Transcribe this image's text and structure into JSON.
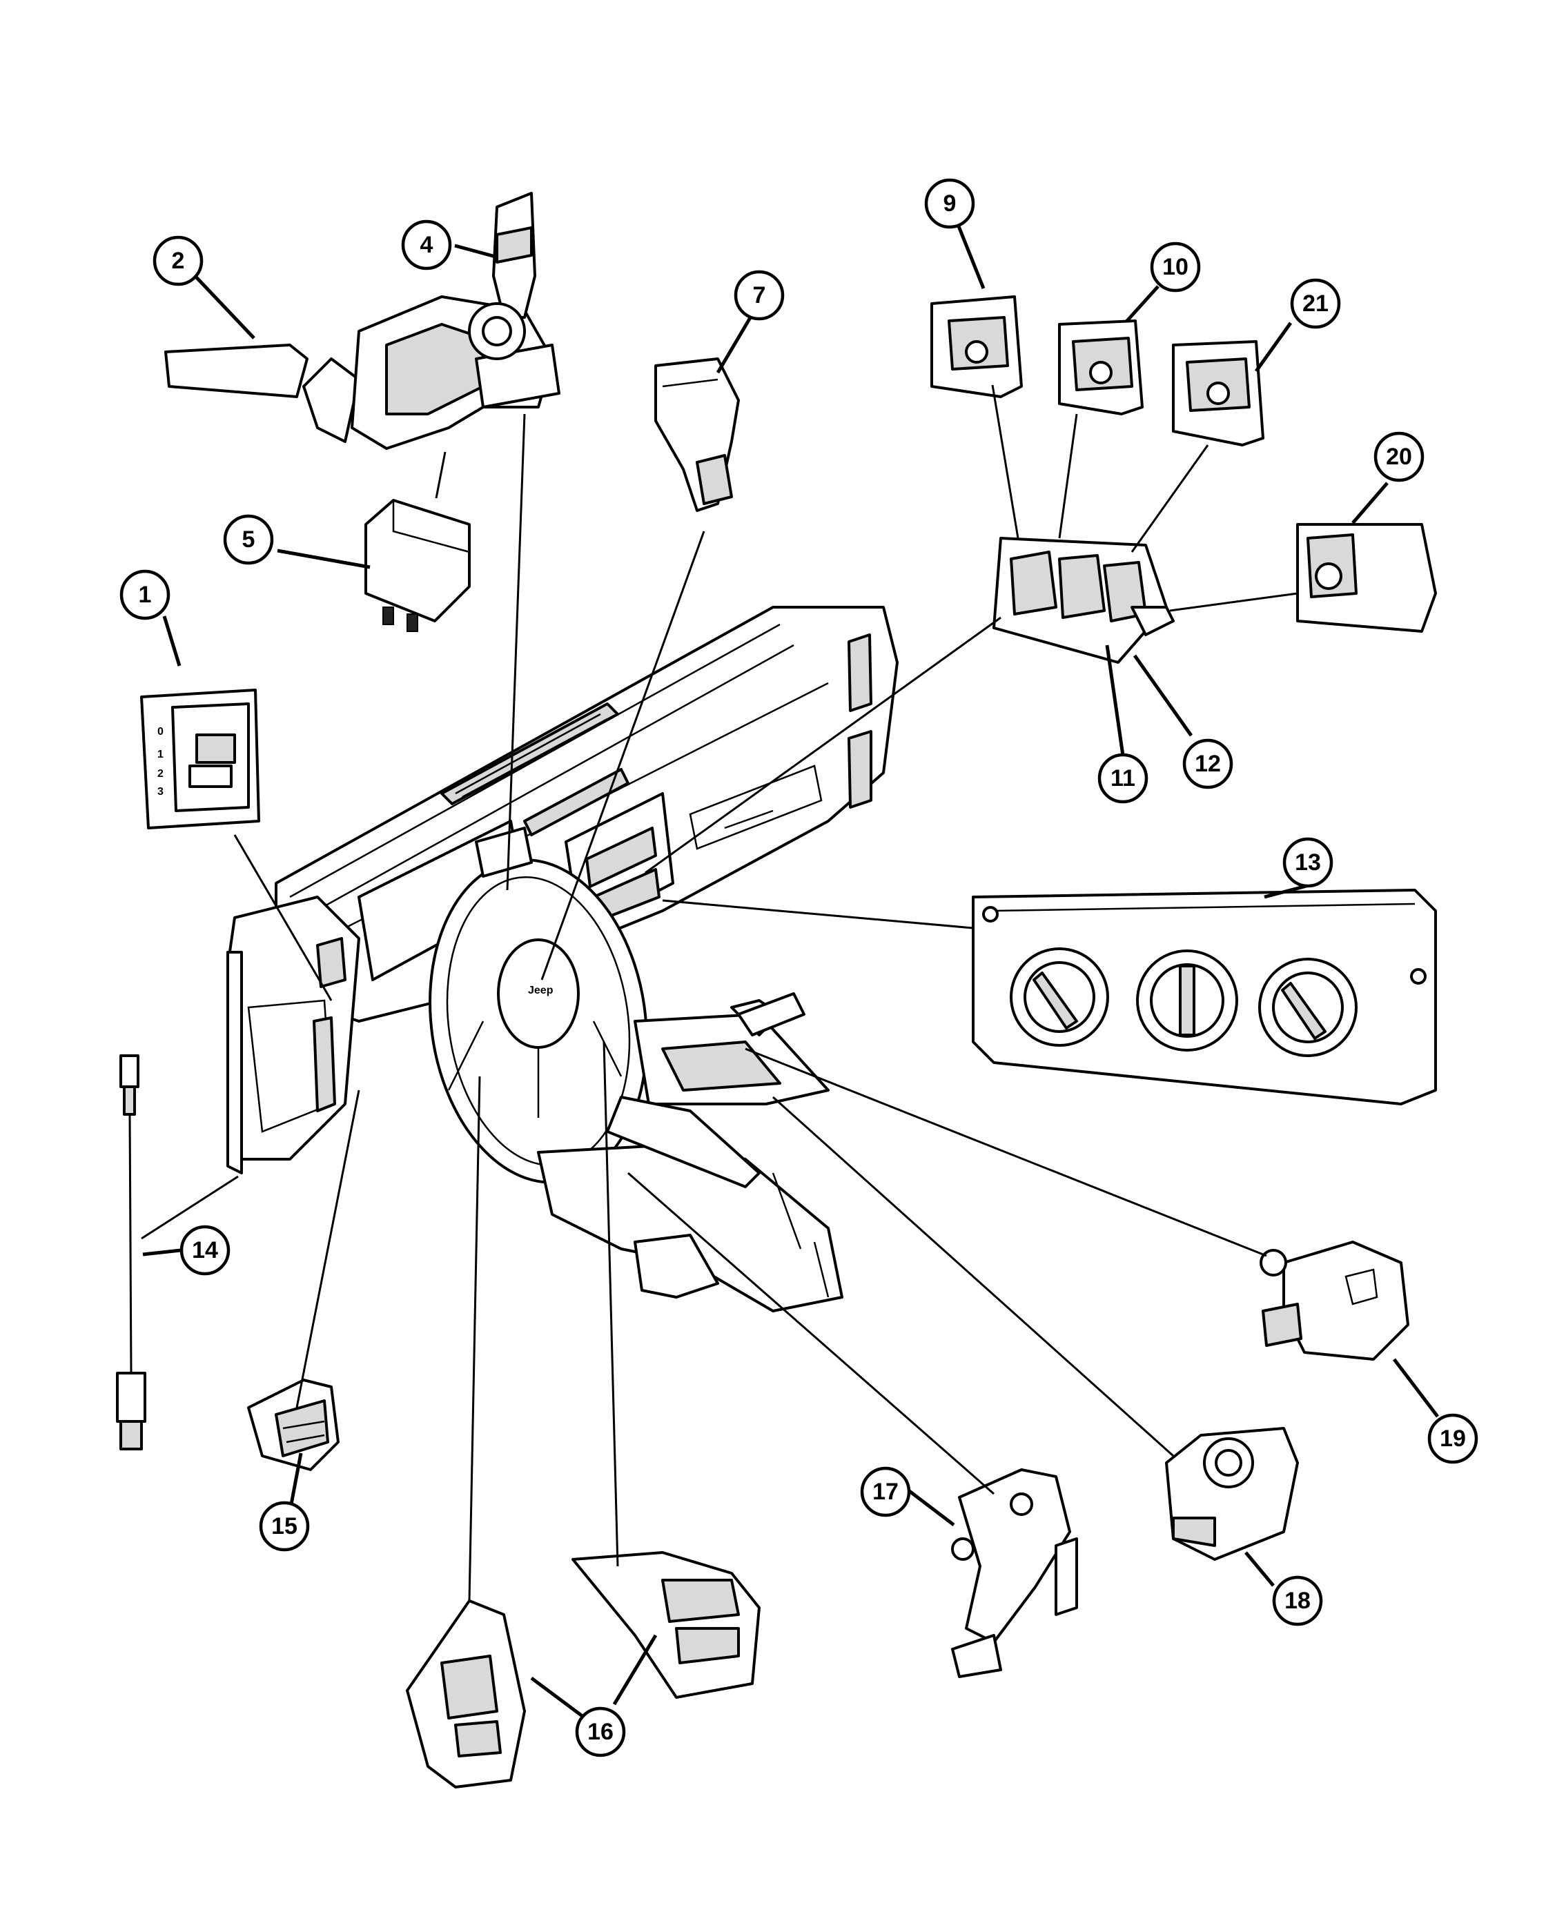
{
  "callouts": [
    "1",
    "2",
    "4",
    "5",
    "7",
    "9",
    "10",
    "11",
    "12",
    "13",
    "14",
    "15",
    "16",
    "17",
    "18",
    "19",
    "20",
    "21"
  ],
  "small_text": {
    "headlamp_switch_marks": [
      "0",
      "1",
      "2",
      "3"
    ],
    "steering_logo": "Jeep"
  },
  "colors": {
    "line": "#000000",
    "background": "#ffffff",
    "shade": "#d9d9d9"
  }
}
